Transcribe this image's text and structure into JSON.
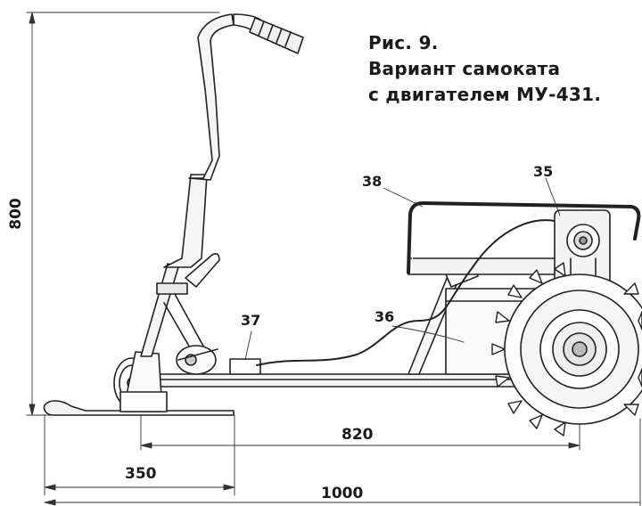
{
  "caption": {
    "line1": "Рис. 9.",
    "line2": "Вариант самоката",
    "line3": "с двигателем МУ-431."
  },
  "callouts": [
    "35",
    "36",
    "37",
    "38"
  ],
  "dimensions": {
    "height": "800",
    "wheelbase": "820",
    "ski_front": "350",
    "overall_length": "1000"
  }
}
